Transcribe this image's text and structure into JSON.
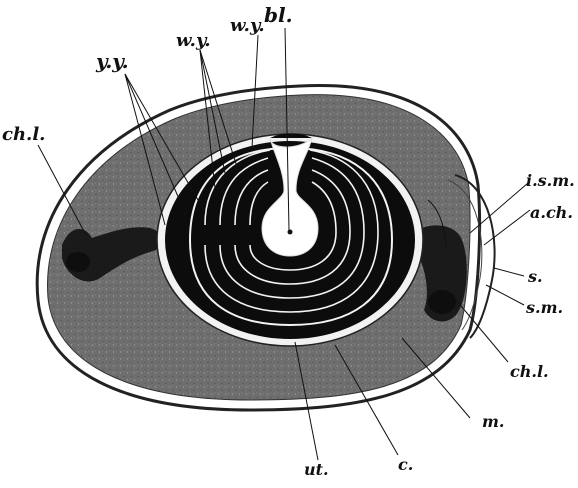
{
  "figure": {
    "labels": {
      "yy": "y.y.",
      "wy_left": "w.y.",
      "wy_right": "w.y.",
      "bl": "bl.",
      "chl_left": "ch.l.",
      "ism": "i.s.m.",
      "ach": "a.ch.",
      "s": "s.",
      "sm": "s.m.",
      "chl_right": "ch.l.",
      "m": "m.",
      "ut": "ut.",
      "c": "c."
    }
  }
}
